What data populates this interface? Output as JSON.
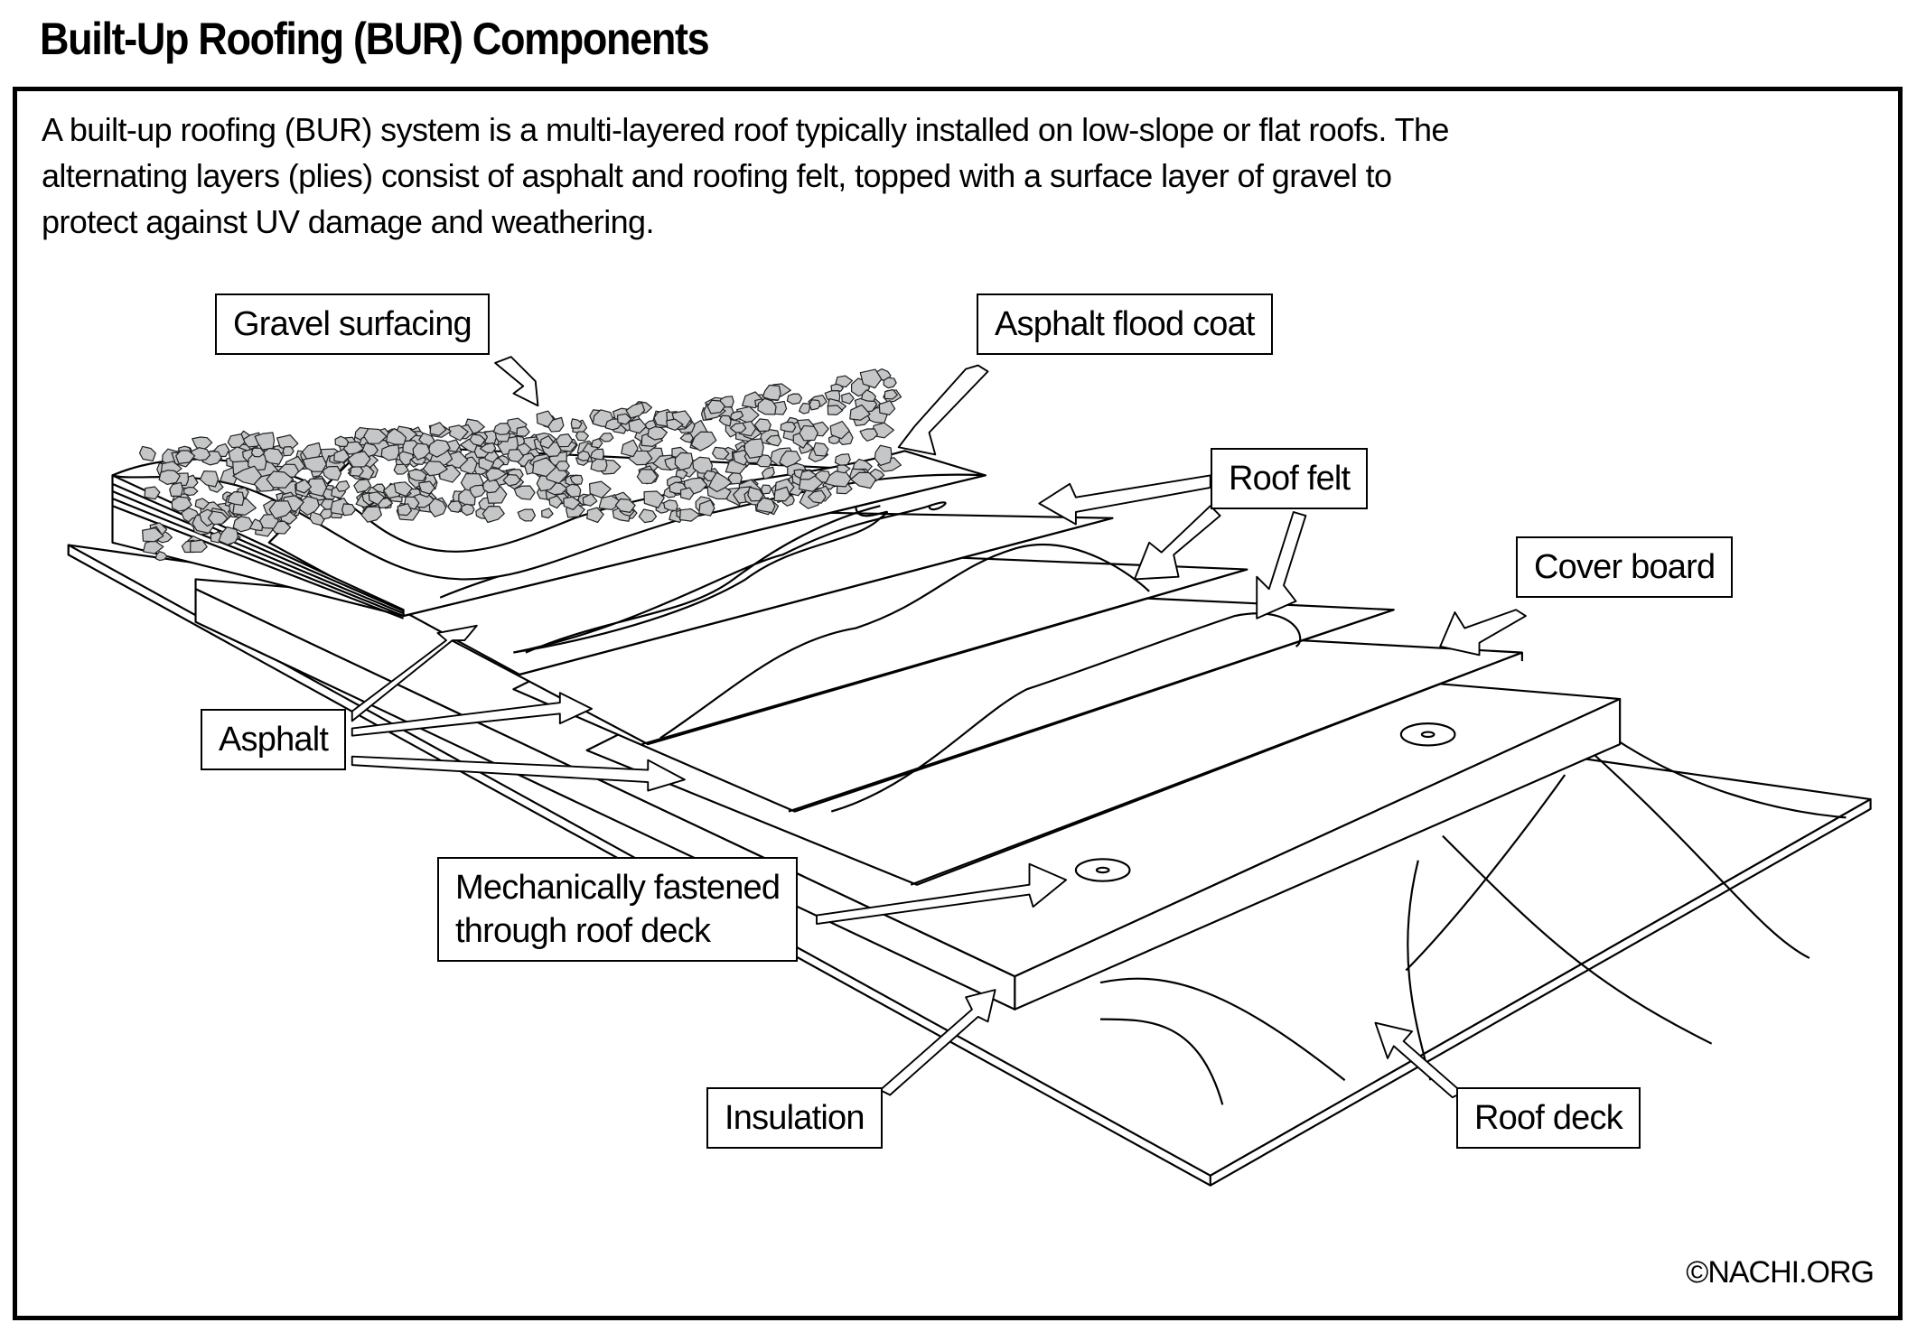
{
  "title": "Built-Up Roofing (BUR) Components",
  "description": [
    "A built-up roofing (BUR) system is a multi-layered roof typically installed on low-slope or flat roofs. The",
    "alternating layers (plies) consist of asphalt and roofing felt, topped with a surface layer of gravel to",
    "protect against UV damage and weathering."
  ],
  "labels": {
    "gravel_surfacing": "Gravel surfacing",
    "asphalt_flood_coat": "Asphalt flood coat",
    "roof_felt": "Roof felt",
    "cover_board": "Cover board",
    "asphalt": "Asphalt",
    "mechanically_fastened_line1": "Mechanically fastened",
    "mechanically_fastened_line2": "through roof deck",
    "insulation": "Insulation",
    "roof_deck": "Roof deck"
  },
  "colors": {
    "line": "#000000",
    "gravel": "#c4c6c8",
    "background": "#ffffff"
  },
  "copyright": "©NACHI.ORG"
}
